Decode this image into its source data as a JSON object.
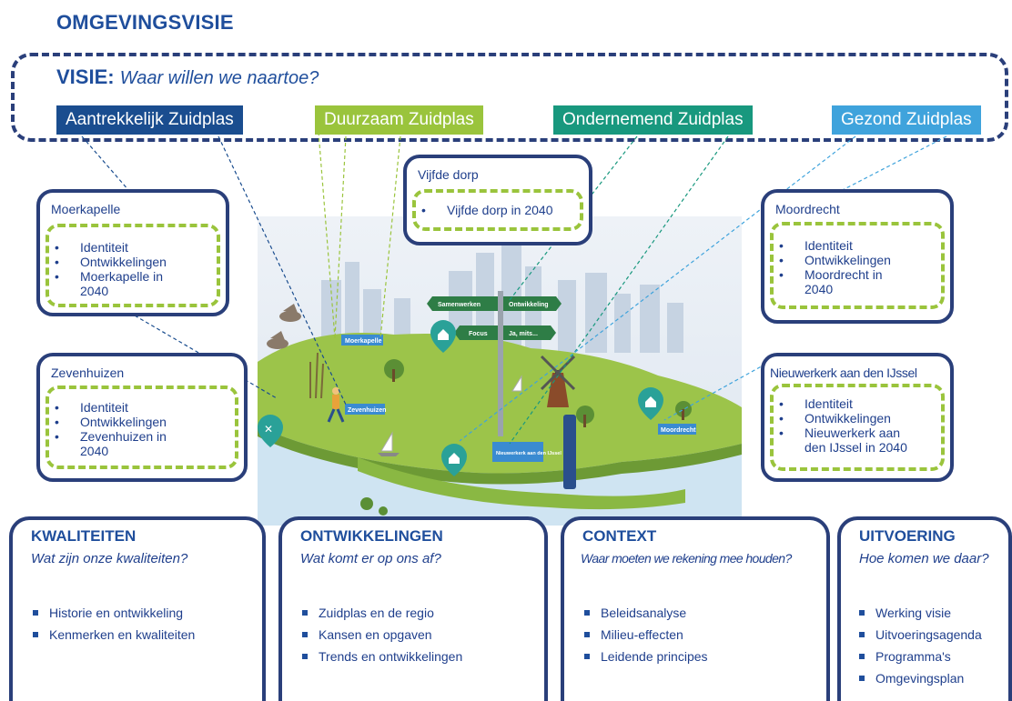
{
  "title": "OMGEVINGSVISIE",
  "visie": {
    "keyword": "VISIE:",
    "question": "Waar willen we naartoe?",
    "themes": [
      {
        "label": "Aantrekkelijk Zuidplas",
        "color": "#1a4d8f"
      },
      {
        "label": "Duurzaam Zuidplas",
        "color": "#9ac43c"
      },
      {
        "label": "Ondernemend Zuidplas",
        "color": "#18987e"
      },
      {
        "label": "Gezond Zuidplas",
        "color": "#3fa3dc"
      }
    ]
  },
  "places": {
    "vijfde_dorp": {
      "title": "Vijfde dorp",
      "items": [
        "Vijfde dorp in 2040"
      ]
    },
    "moerkapelle": {
      "title": "Moerkapelle",
      "items": [
        "Identiteit",
        "Ontwikkelingen",
        "Moerkapelle in 2040"
      ]
    },
    "zevenhuizen": {
      "title": "Zevenhuizen",
      "items": [
        "Identiteit",
        "Ontwikkelingen",
        "Zevenhuizen in 2040"
      ]
    },
    "moordrecht": {
      "title": "Moordrecht",
      "items": [
        "Identiteit",
        "Ontwikkelingen",
        "Moordrecht in 2040"
      ]
    },
    "nieuwerkerk": {
      "title": "Nieuwerkerk aan den IJssel",
      "items": [
        "Identiteit",
        "Ontwikkelingen",
        "Nieuwerkerk aan den IJssel in 2040"
      ]
    }
  },
  "illustration": {
    "signs": [
      "Samenwerken",
      "Ontwikkeling",
      "Focus",
      "Ja, mits..."
    ],
    "labels": [
      "Moerkapelle",
      "Zevenhuizen",
      "Nieuwerkerk aan den IJssel",
      "Moordrecht"
    ],
    "icons": [
      "home-marker-icon",
      "tools-marker-icon",
      "windmill-icon",
      "thermometer-icon",
      "sailboat-icon",
      "geese-icon",
      "walking-person-icon"
    ]
  },
  "bottom": [
    {
      "title": "KWALITEITEN",
      "subtitle": "Wat zijn onze kwaliteiten?",
      "items": [
        "Historie en ontwikkeling",
        "Kenmerken en kwaliteiten"
      ]
    },
    {
      "title": "ONTWIKKELINGEN",
      "subtitle": "Wat komt er op ons af?",
      "items": [
        "Zuidplas en de regio",
        "Kansen en opgaven",
        "Trends en ontwikkelingen"
      ]
    },
    {
      "title": "CONTEXT",
      "subtitle": "Waar moeten we rekening mee houden?",
      "items": [
        "Beleidsanalyse",
        "Milieu-effecten",
        "Leidende principes"
      ]
    },
    {
      "title": "UITVOERING",
      "subtitle": "Hoe komen we daar?",
      "items": [
        "Werking visie",
        "Uitvoeringsagenda",
        "Programma's",
        "Omgevingsplan"
      ]
    }
  ]
}
